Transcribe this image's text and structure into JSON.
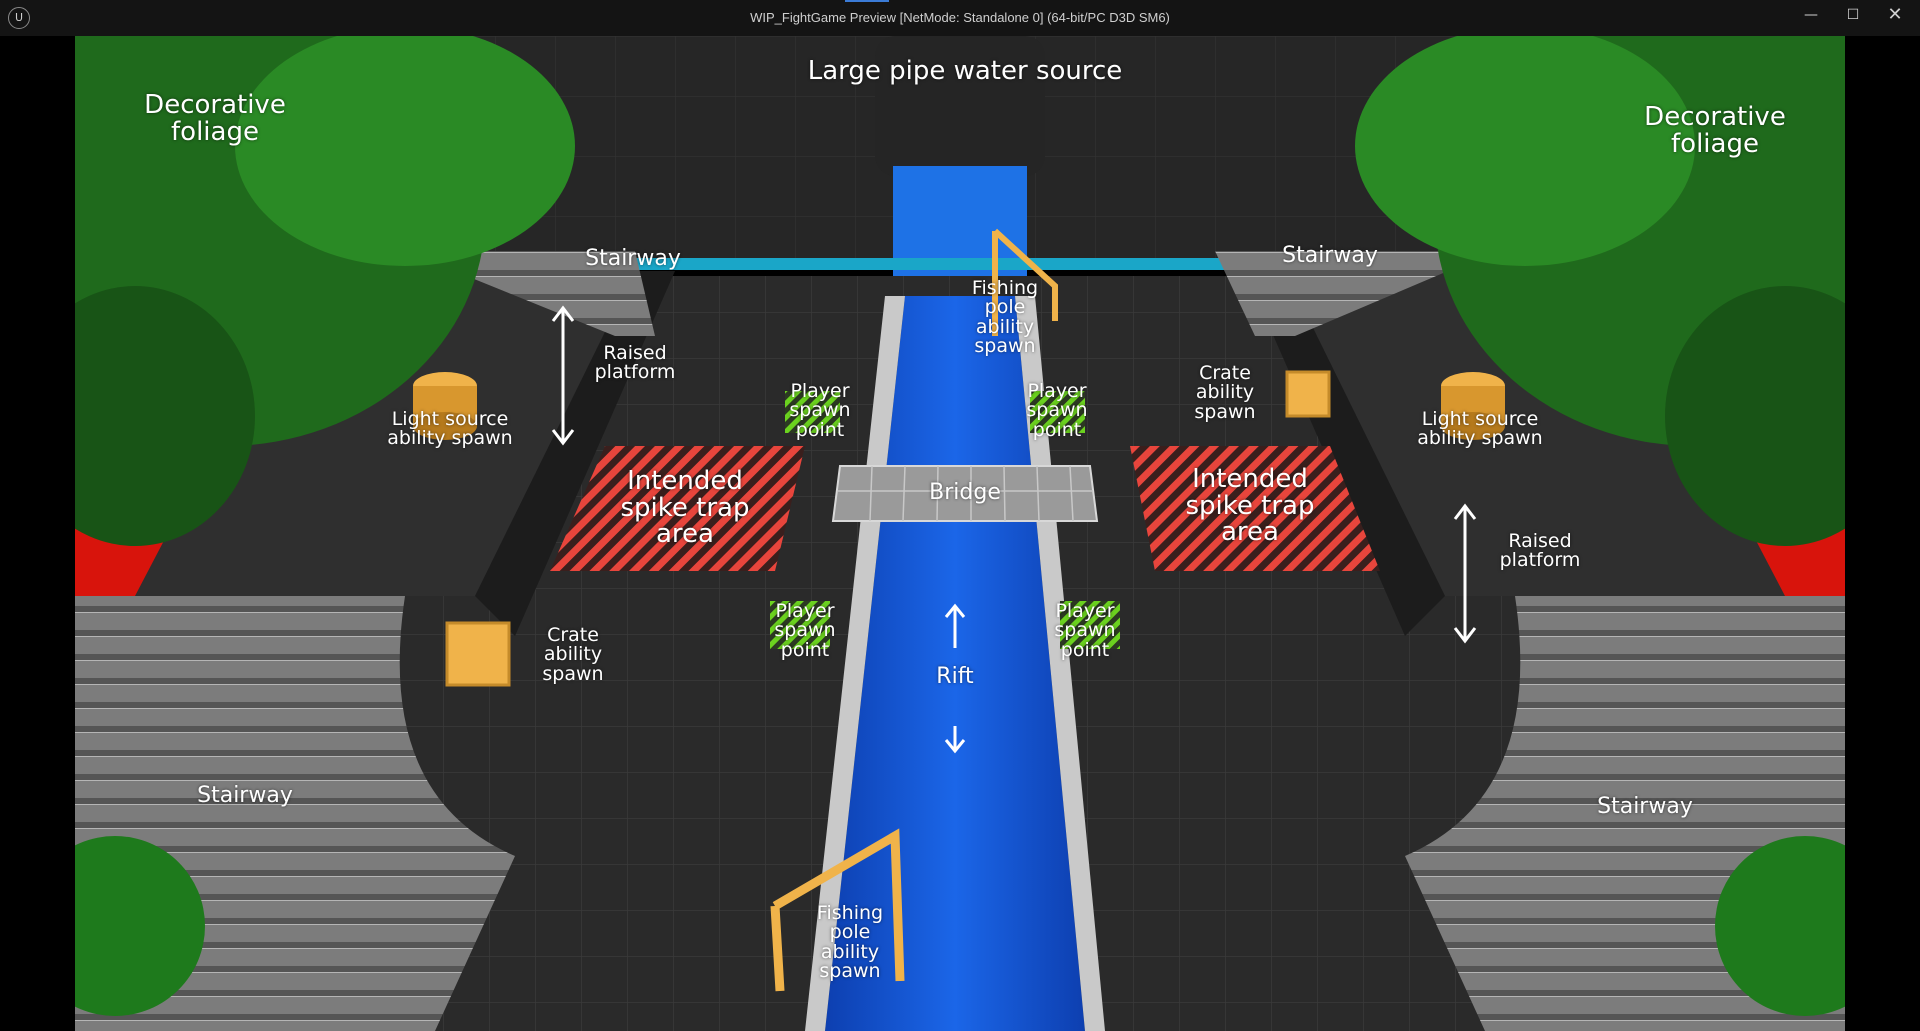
{
  "window": {
    "title": "WIP_FightGame Preview [NetMode: Standalone 0]  (64-bit/PC D3D SM6)",
    "logo_icon": "unreal-engine-logo-icon",
    "minimize_icon": "minimize-icon",
    "maximize_icon": "maximize-icon",
    "close_icon": "close-icon"
  },
  "colors": {
    "floor": "#2b2b2b",
    "water": "#1559d8",
    "lava": "#d8140c",
    "foliage": "#1f6a1c",
    "spike_hatch": "#e8453c",
    "spawn_hatch": "#6bd21f",
    "pickup_gold": "#f0b34a"
  },
  "labels": {
    "water_source": "Large pipe water source",
    "foliage_left": "Decorative\nfoliage",
    "foliage_right": "Decorative\nfoliage",
    "stairway_top_left": "Stairway",
    "stairway_top_right": "Stairway",
    "stairway_bottom_left": "Stairway",
    "stairway_bottom_right": "Stairway",
    "raised_platform_left": "Raised\nplatform",
    "raised_platform_right": "Raised\nplatform",
    "fishing_top": "Fishing\npole\nability\nspawn",
    "fishing_bottom": "Fishing\npole\nability\nspawn",
    "light_left": "Light source\nability spawn",
    "light_right": "Light source\nability spawn",
    "crate_left": "Crate\nability\nspawn",
    "crate_right": "Crate\nability\nspawn",
    "spawn_tl": "Player\nspawn\npoint",
    "spawn_tr": "Player\nspawn\npoint",
    "spawn_bl": "Player\nspawn\npoint",
    "spawn_br": "Player\nspawn\npoint",
    "spike_left": "Intended\nspike trap\narea",
    "spike_right": "Intended\nspike trap\narea",
    "bridge": "Bridge",
    "rift": "Rift"
  }
}
